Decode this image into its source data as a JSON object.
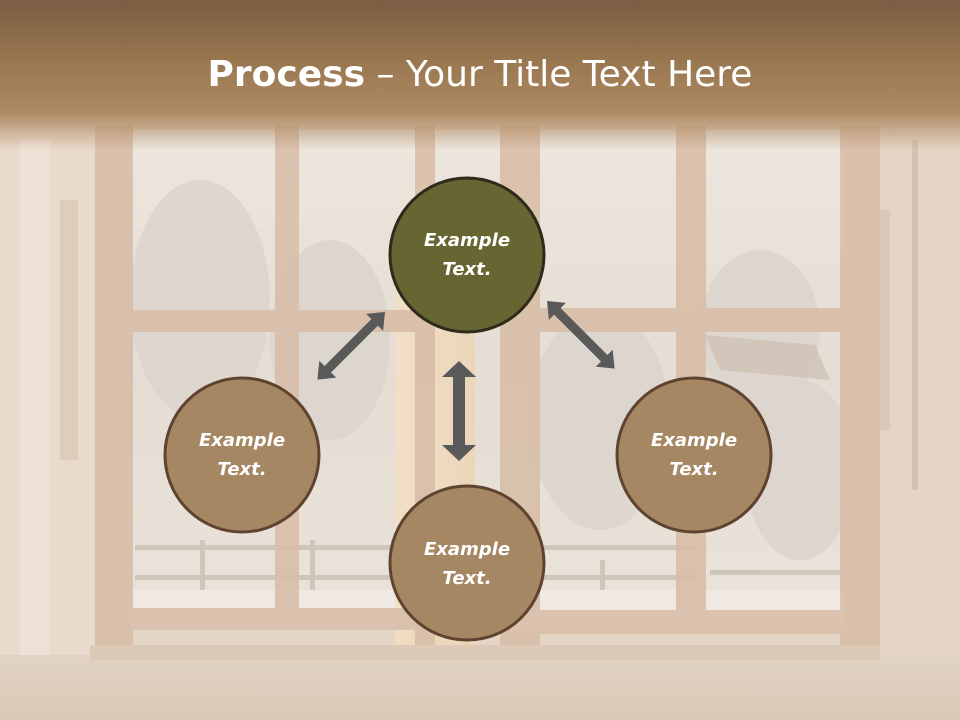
{
  "slide": {
    "title_bold": "Process",
    "title_separator": " – ",
    "title_rest": "Your Title Text Here"
  },
  "colors": {
    "title_bar": "#98764f",
    "node_top_fill": "#676532",
    "node_fill": "#a68764",
    "node_stroke": "#2e2a1c",
    "node_stroke_light": "#5e4430",
    "arrow": "#595959",
    "node_text": "#ffffff",
    "title_text": "#ffffff"
  },
  "diagram": {
    "nodes": [
      {
        "id": "top",
        "line1": "Example",
        "line2": "Text."
      },
      {
        "id": "left",
        "line1": "Example",
        "line2": "Text."
      },
      {
        "id": "bottom",
        "line1": "Example",
        "line2": "Text."
      },
      {
        "id": "right",
        "line1": "Example",
        "line2": "Text."
      }
    ],
    "arrows": [
      {
        "from": "top",
        "to": "left",
        "double_headed": true
      },
      {
        "from": "top",
        "to": "bottom",
        "double_headed": true
      },
      {
        "from": "top",
        "to": "right",
        "double_headed": true
      }
    ]
  }
}
